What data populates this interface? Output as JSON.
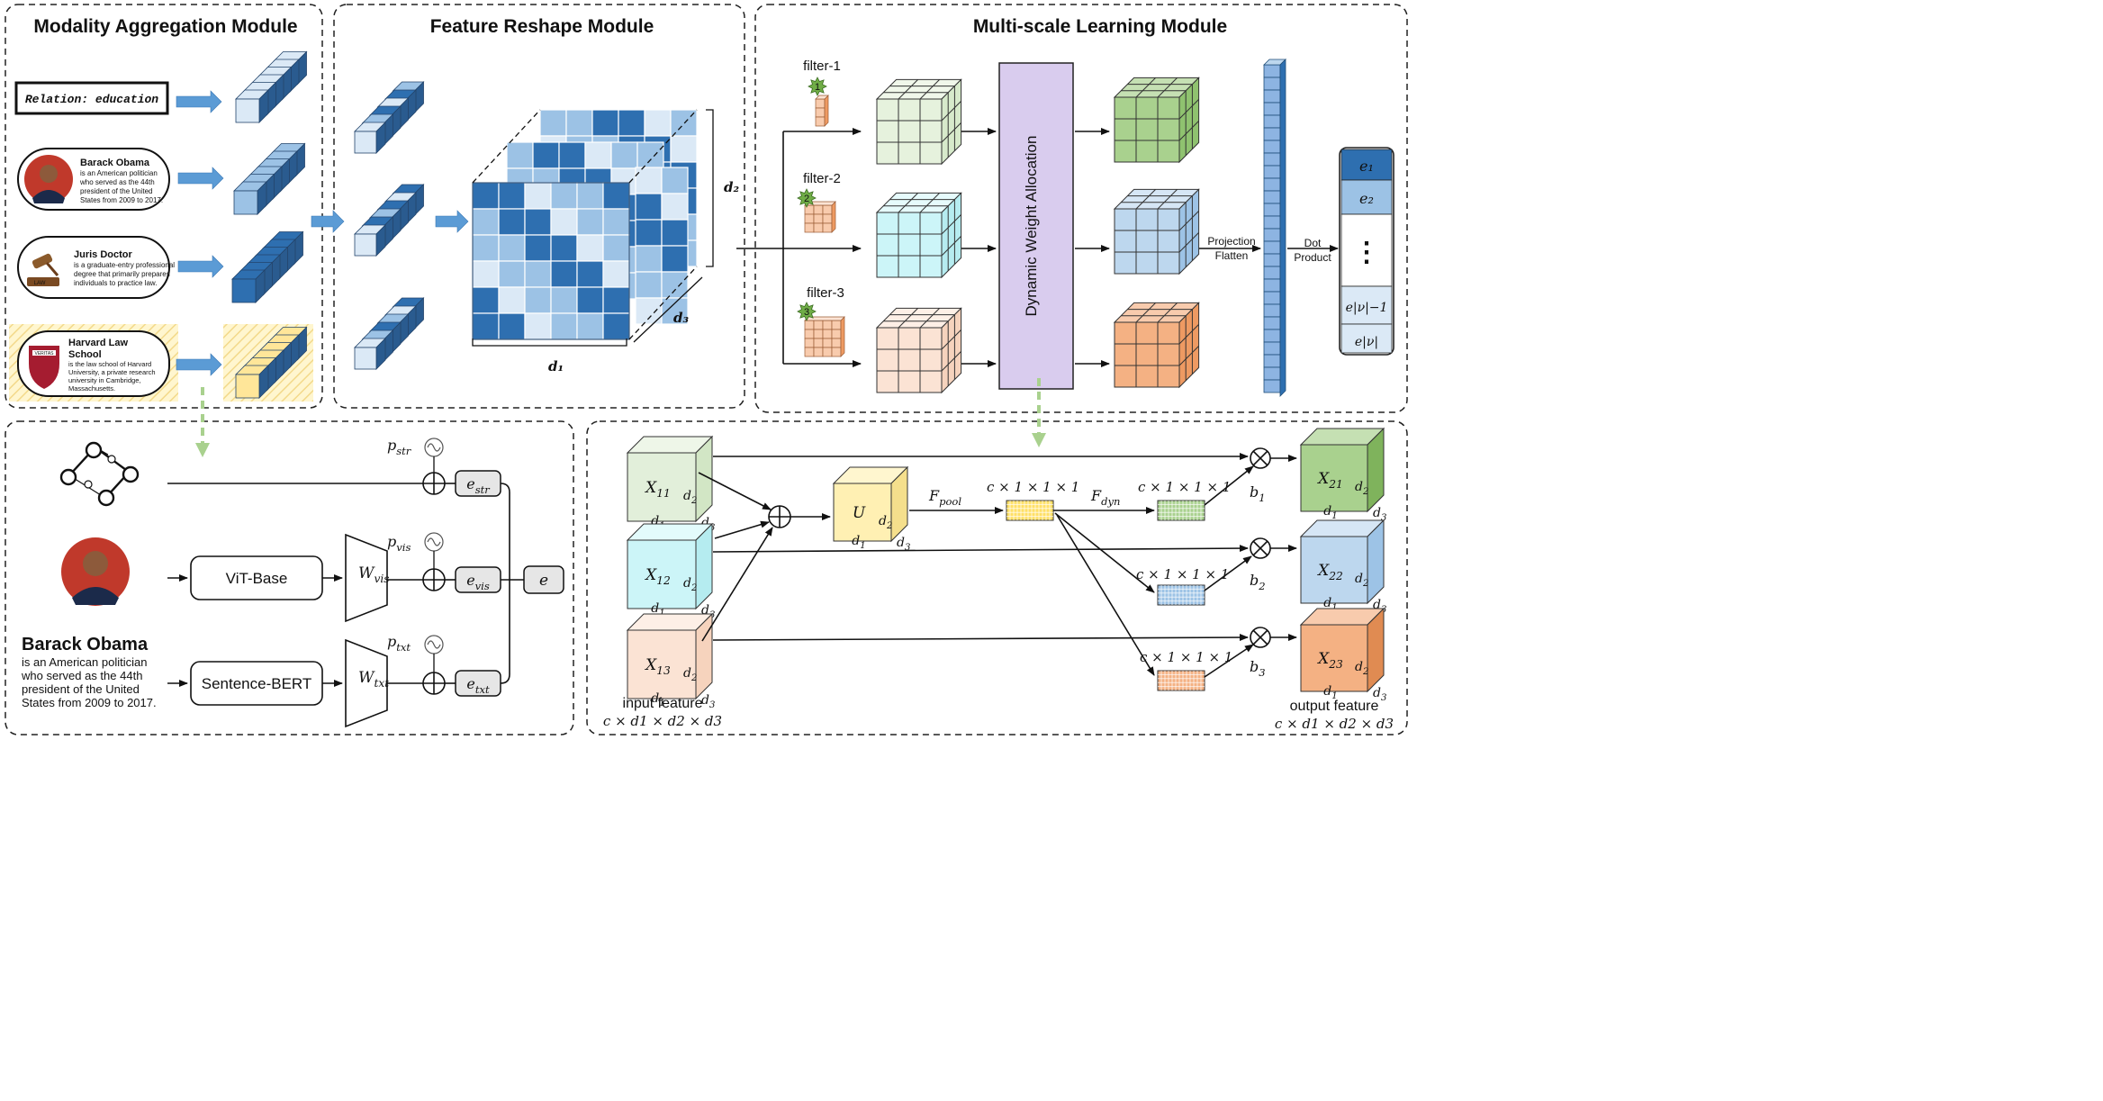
{
  "modules": {
    "aggregation": {
      "title": "Modality Aggregation Module"
    },
    "reshape": {
      "title": "Feature Reshape Module"
    },
    "multiscale": {
      "title": "Multi-scale Learning Module"
    }
  },
  "entities": {
    "relation": "Relation: education",
    "obama": {
      "name": "Barack Obama",
      "lines": [
        "is an American politician",
        "who served as the 44th",
        "president of the United",
        "States from 2009 to 2017."
      ]
    },
    "juris": {
      "name": "Juris Doctor",
      "lines": [
        "is a graduate-entry professional",
        "degree that primarily prepares",
        "individuals to practice law."
      ],
      "badge": "LAW"
    },
    "harvard": {
      "name_lines": [
        "Harvard Law",
        "School"
      ],
      "lines": [
        "is the law school of Harvard",
        "University, a private research",
        "university in Cambridge,",
        "Massachusetts."
      ],
      "crest": "VERITAS"
    }
  },
  "reshape_labels": {
    "d1": "d₁",
    "d2": "d₂",
    "d3": "d₃"
  },
  "filters": [
    "filter-1",
    "filter-2",
    "filter-3"
  ],
  "filter_badges": [
    "1",
    "2",
    "3"
  ],
  "dynamic_weight": "Dynamic Weight Allocation",
  "projection": [
    "Projection",
    "Flatten"
  ],
  "dot_product": [
    "Dot",
    "Product"
  ],
  "embeddings": [
    "e₁",
    "e₂",
    "⋮",
    "e|ν|−1",
    "e|ν|"
  ],
  "encoder": {
    "vit": "ViT-Base",
    "sbert": "Sentence-BERT",
    "w_vis": "W vis",
    "w_txt": "W txt",
    "p_str": "p str",
    "p_vis": "p vis",
    "p_txt": "p txt",
    "e_str": "e str",
    "e_vis": "e vis",
    "e_txt": "e txt",
    "e": "e",
    "name": "Barack Obama",
    "lines": [
      "is an American politician",
      "who served as the 44th",
      "president of the United",
      "States from 2009 to 2017."
    ]
  },
  "fusion": {
    "inputs": [
      "X 11",
      "X 12",
      "X 13"
    ],
    "outputs": [
      "X 21",
      "X 22",
      "X 23"
    ],
    "U": "U",
    "f_pool": "F pool",
    "f_dyn": "F dyn",
    "c111": "c × 1 × 1 × 1",
    "b": [
      "b 1",
      "b 2",
      "b 3"
    ],
    "input_label": "input feature",
    "output_label": "output feature",
    "shape": "c × d1 × d2 × d3",
    "d1": "d 1",
    "d2": "d 2",
    "d3": "d 3"
  },
  "colors": {
    "arrow_blue": "#5b9bd5",
    "dark_blue": "#2e6fb0",
    "mid_blue": "#9cc2e5",
    "light_blue": "#dbe9f6",
    "green": "#a9d18e",
    "cyan": "#ccf5f8",
    "orange": "#f4b183",
    "peach": "#fbe3d4",
    "yellow": "#ffe699",
    "purple": "#d9ccee",
    "dashed_green": "#a9d18e"
  }
}
